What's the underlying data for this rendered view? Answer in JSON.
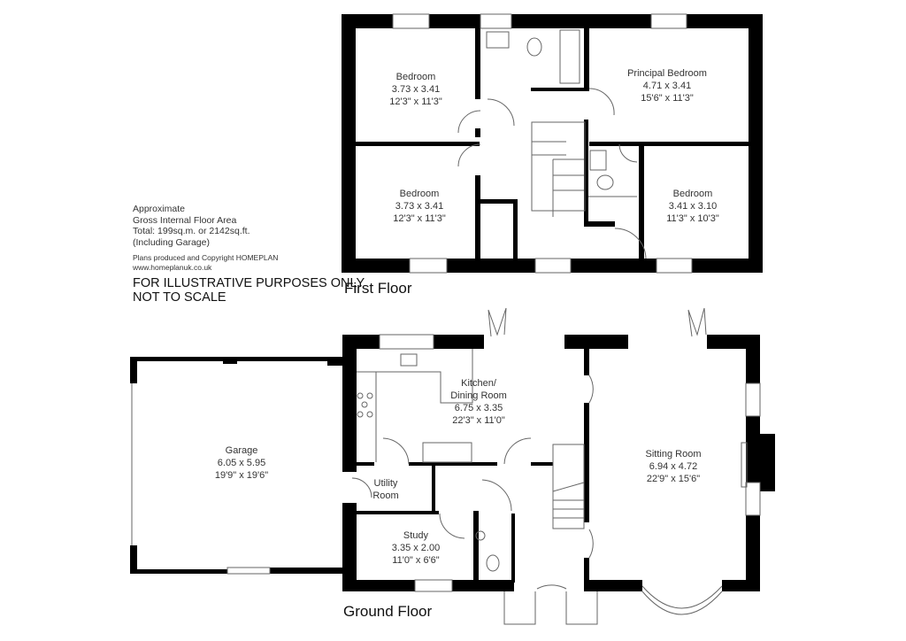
{
  "info": {
    "line1": "Approximate",
    "line2": "Gross Internal Floor Area",
    "line3": "Total: 199sq.m. or 2142sq.ft.",
    "line4": "(Including Garage)",
    "credit1": "Plans produced and Copyright HOMEPLAN",
    "credit2": "www.homeplanuk.co.uk",
    "disclaimer1": "FOR ILLUSTRATIVE PURPOSES ONLY",
    "disclaimer2": "NOT TO SCALE"
  },
  "floors": {
    "first": {
      "title": "First Floor",
      "rooms": [
        {
          "name": "Bedroom",
          "metric": "3.73 x 3.41",
          "imperial": "12'3\" x 11'3\""
        },
        {
          "name": "Principal Bedroom",
          "metric": "4.71 x 3.41",
          "imperial": "15'6\" x 11'3\""
        },
        {
          "name": "Bedroom",
          "metric": "3.73 x 3.41",
          "imperial": "12'3\" x 11'3\""
        },
        {
          "name": "Bedroom",
          "metric": "3.41 x 3.10",
          "imperial": "11'3\" x 10'3\""
        }
      ]
    },
    "ground": {
      "title": "Ground Floor",
      "rooms": [
        {
          "name": "Kitchen/",
          "name2": "Dining Room",
          "metric": "6.75 x 3.35",
          "imperial": "22'3\" x 11'0\""
        },
        {
          "name": "Garage",
          "metric": "6.05 x 5.95",
          "imperial": "19'9\" x 19'6\""
        },
        {
          "name": "Utility",
          "name2": "Room"
        },
        {
          "name": "Study",
          "metric": "3.35 x 2.00",
          "imperial": "11'0\" x 6'6\""
        },
        {
          "name": "Sitting Room",
          "metric": "6.94 x 4.72",
          "imperial": "22'9\" x 15'6\""
        }
      ]
    }
  },
  "colors": {
    "wall": "#000000",
    "line": "#555555",
    "text": "#333333",
    "background": "#ffffff"
  }
}
